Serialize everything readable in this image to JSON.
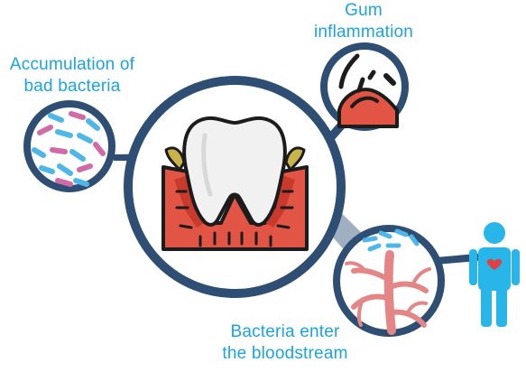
{
  "labels": {
    "bacteria": {
      "line1": "Accumulation of",
      "line2": "bad bacteria"
    },
    "gum": {
      "line1": "Gum",
      "line2": "inflammation"
    },
    "bloodstream": {
      "line1": "Bacteria enter",
      "line2": "the bloodstream"
    }
  },
  "icons": {
    "center": "tooth-with-inflamed-gum-icon",
    "bacteria": "bacteria-cluster-icon",
    "gum": "inflamed-gum-closeup-icon",
    "blood": "blood-vessel-bacteria-icon",
    "person": "person-heart-icon"
  },
  "colors": {
    "label_text": "#1aa3e6",
    "ring": "#2e4f73",
    "tooth": "#f1f1f1",
    "gum": "#e25443",
    "gum_dark": "#c93a2d",
    "bacteria_blue": "#4cb7e8",
    "bacteria_pink": "#d06ba8",
    "vessel": "#f08c8c",
    "person": "#28b5e9"
  }
}
